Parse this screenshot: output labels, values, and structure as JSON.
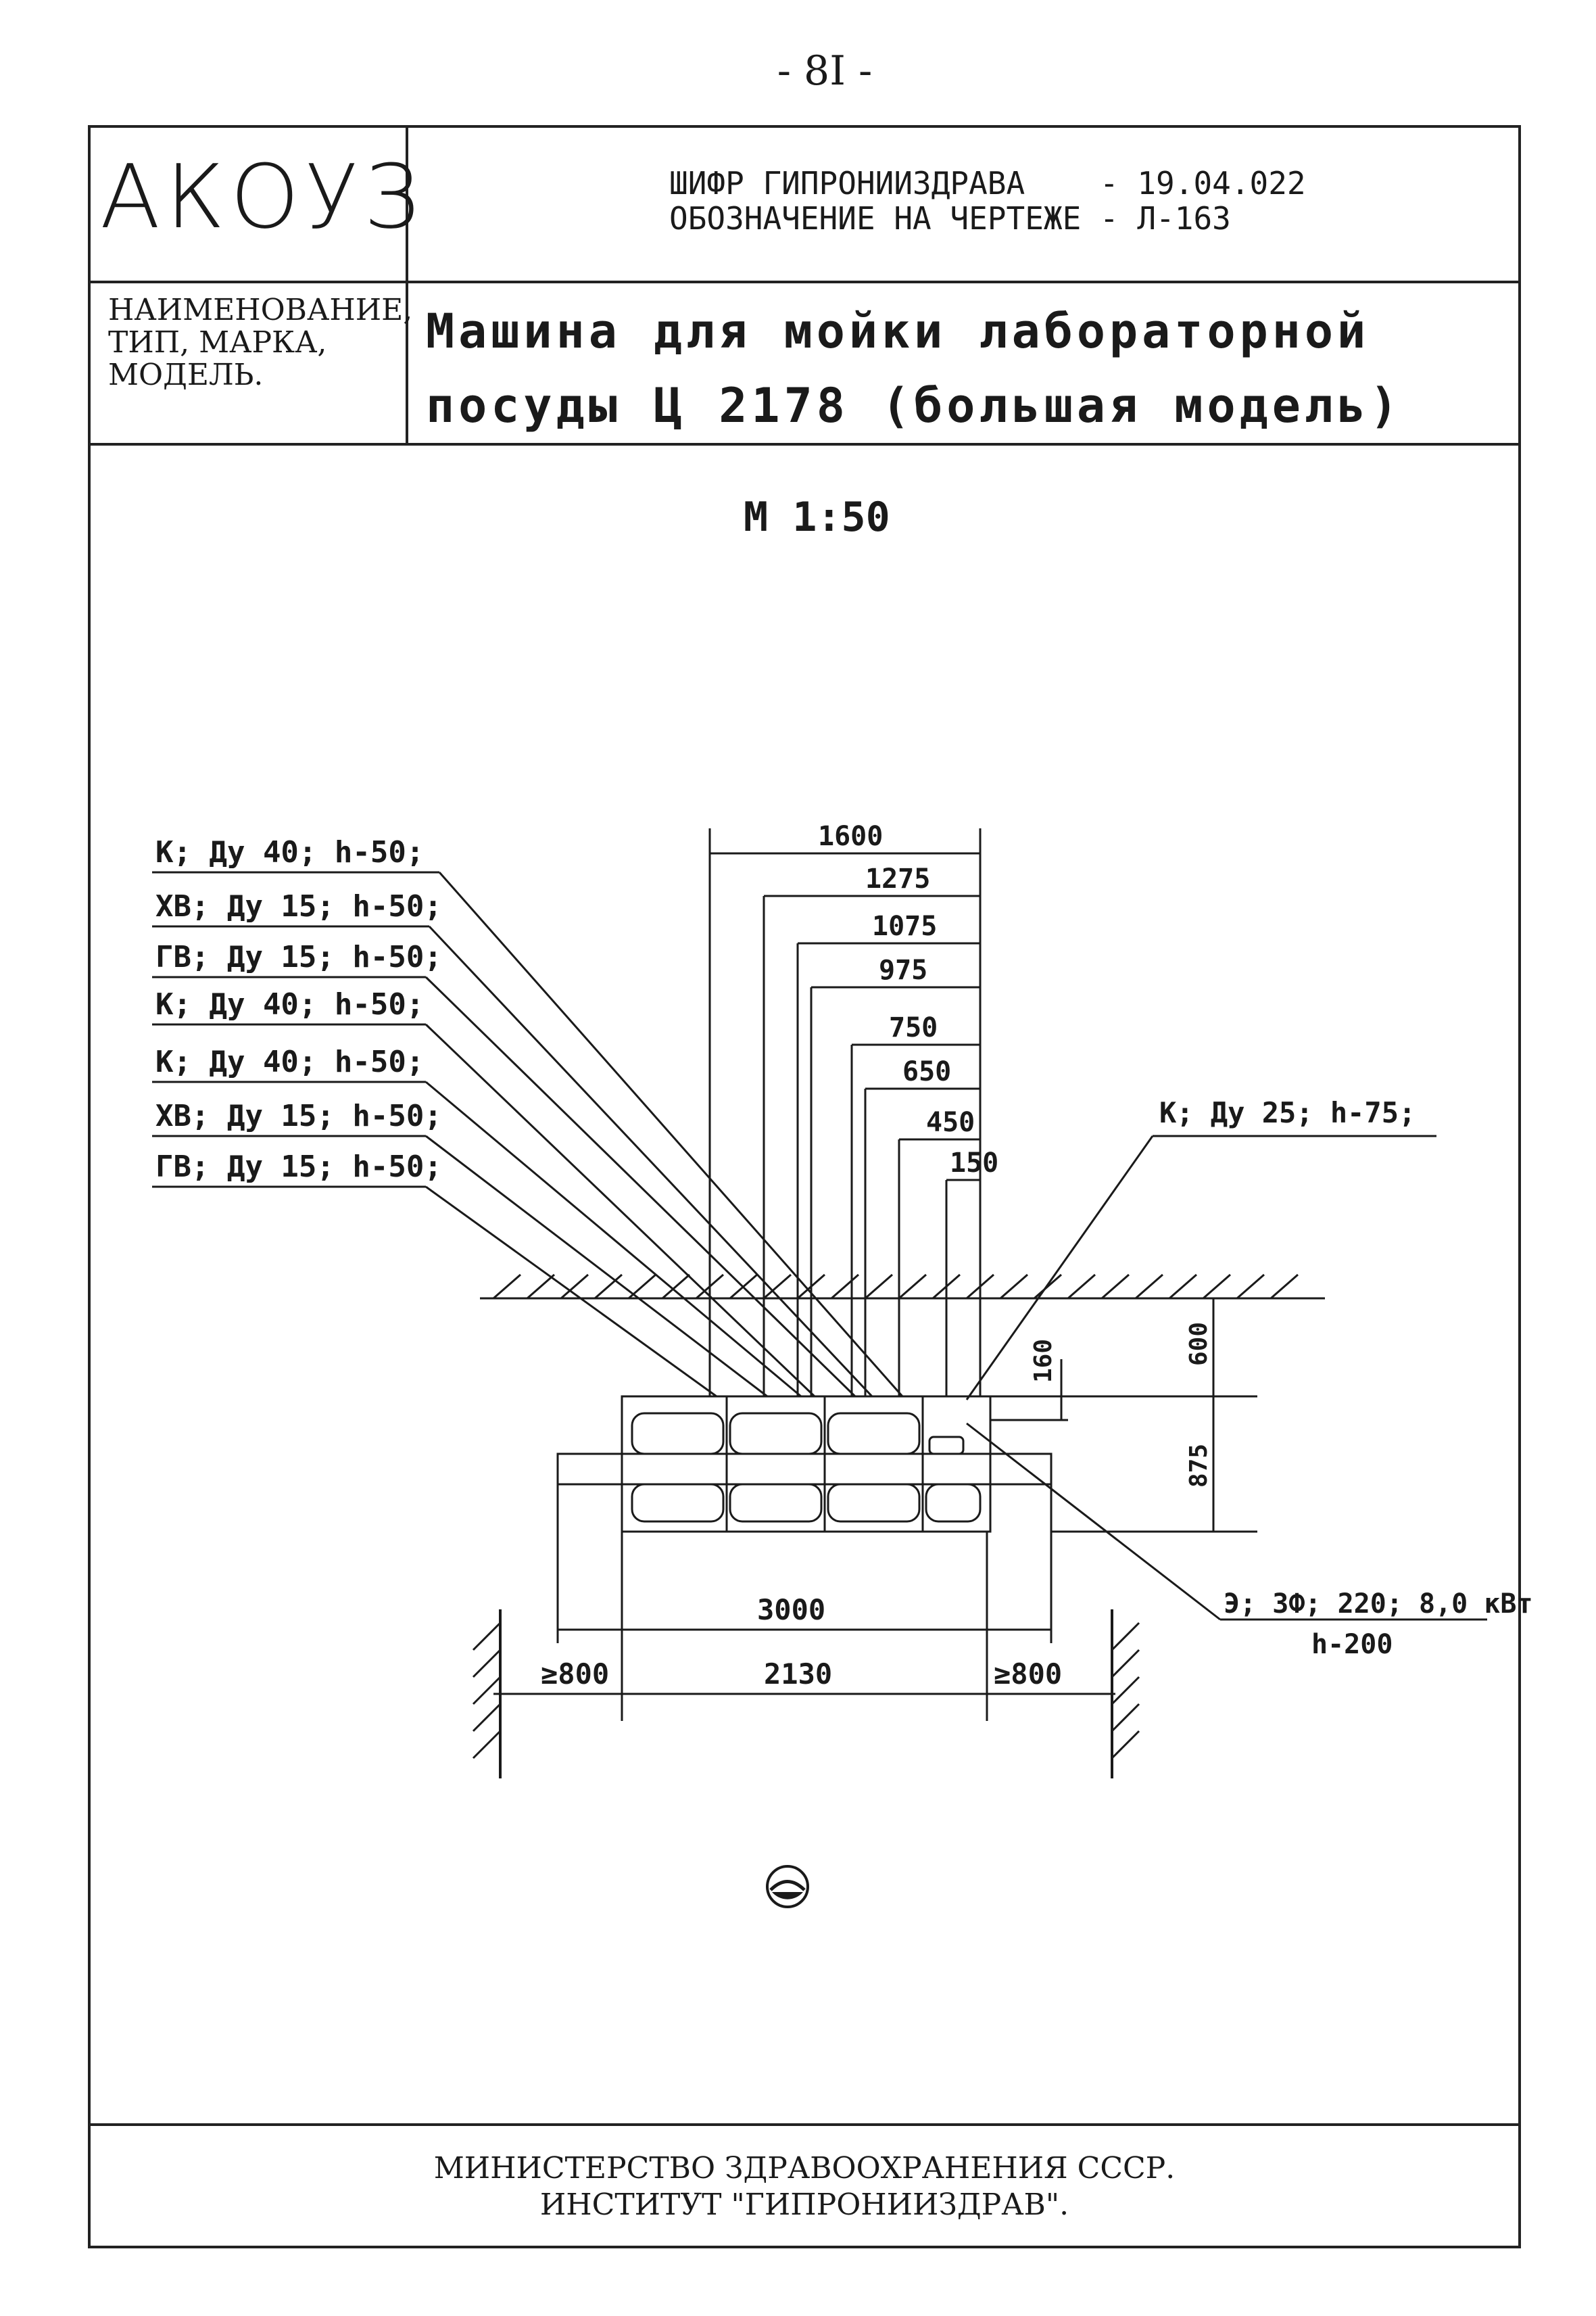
{
  "page_number": "- 8I -",
  "header": {
    "code": "АКОУЗ",
    "cipher_line1": "ШИФР ГИПРОНИИЗДРАВА    - 19.04.022",
    "cipher_line2": "ОБОЗНАЧЕНИЕ НА ЧЕРТЕЖЕ - Л-163",
    "name_label": [
      "НАИМЕНОВАНИЕ,",
      "ТИП, МАРКА,",
      "МОДЕЛЬ."
    ],
    "title_line1": "Машина для мойки лабораторной",
    "title_line2": "посуды Ц 2178 (большая модель)"
  },
  "scale": "М 1:50",
  "drawing": {
    "utility_labels": [
      "К; Ду 40; h-50;",
      "ХВ; Ду 15; h-50;",
      "ГВ; Ду 15; h-50;",
      "К; Ду 40; h-50;",
      "К; Ду 40; h-50;",
      "ХВ; Ду 15; h-50;",
      "ГВ; Ду 15; h-50;"
    ],
    "dimension_labels": [
      "1600",
      "1275",
      "1075",
      "975",
      "750",
      "650",
      "450",
      "150"
    ],
    "right_label": "К; Ду 25; h-75;",
    "height_dims": [
      "160",
      "600",
      "875"
    ],
    "width_dims": {
      "overall": "3000",
      "inner": "2130",
      "left_clearance": "≥800",
      "right_clearance": "≥800"
    },
    "electric_label_line1": "Э; 3Ф; 220; 8,0 кВт",
    "electric_label_line2": "h-200"
  },
  "footer": {
    "line1": "МИНИСТЕРСТВО ЗДРАВООХРАНЕНИЯ СССР.",
    "line2": "ИНСТИТУТ \"ГИПРОНИИЗДРАВ\"."
  }
}
